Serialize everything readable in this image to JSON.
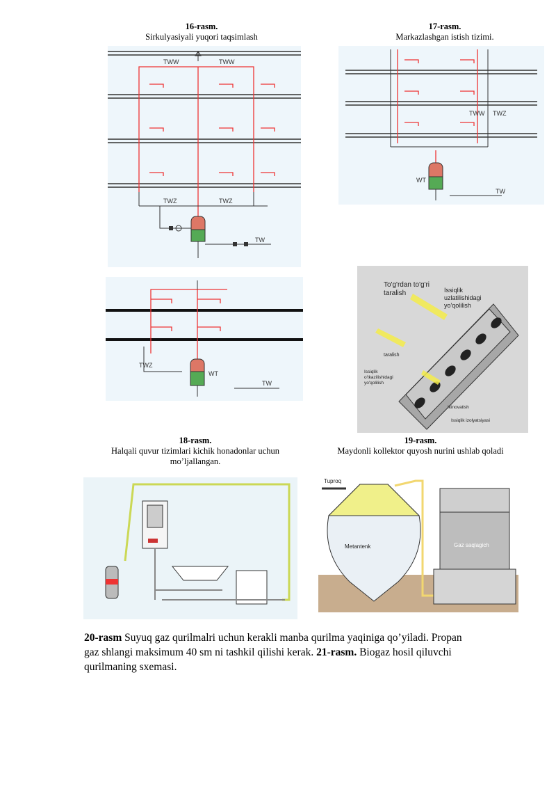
{
  "fig16": {
    "number": "16-rasm.",
    "caption": "Sirkulyasiyali yuqori taqsimlash",
    "labels": {
      "tww1": "TWW",
      "tww2": "TWW",
      "twz1": "TWZ",
      "twz2": "TWZ",
      "tw": "TW"
    }
  },
  "fig17": {
    "number": "17-rasm.",
    "caption": "Markazlashgan istish tizimi.",
    "labels": {
      "tww": "TWW",
      "twz": "TWZ",
      "wt": "WT",
      "tw": "TW"
    }
  },
  "fig18": {
    "number": "18-rasm.",
    "caption_line1": "Halqali quvur tizimlari kichik honadonlar uchun",
    "caption_line2": "mo’ljallangan.",
    "labels": {
      "twz": "TWZ",
      "wt": "WT",
      "tw": "TW"
    }
  },
  "fig19": {
    "number": "19-rasm.",
    "caption": "Maydonli kollektor quyosh nurini ushlab qoladi",
    "labels": {
      "direct_1": "To'g'rdan to'g'ri",
      "direct_2": "taralish",
      "heat_absorb_1": "Issiqlik",
      "heat_absorb_2": "uzlatilishidagi",
      "heat_absorb_3": "yo'qolilish",
      "scatter": "taralish",
      "loss_1": "Issiqlik",
      "loss_2": "o'tkazilishidagi",
      "loss_3": "yo'qolilish",
      "reflect": "Ikinovatish",
      "insulation": "Issiqlik izolyatsiyasi"
    }
  },
  "fig21": {
    "labels": {
      "pipe": "Tuproq",
      "tank": "Metantenk",
      "storage": "Gaz saqlagich"
    }
  },
  "text": {
    "ref20": "20-rasm",
    "part1": " Suyuq gaz qurilmalri uchun kerakli manba qurilma yaqiniga qo’yiladi. Propan gaz shlangi maksimum 40 sm ni tashkil qilishi kerak. ",
    "ref21": "21-rasm.",
    "part2": " Biogaz hosil qiluvchi qurilmaning sxemasi."
  }
}
